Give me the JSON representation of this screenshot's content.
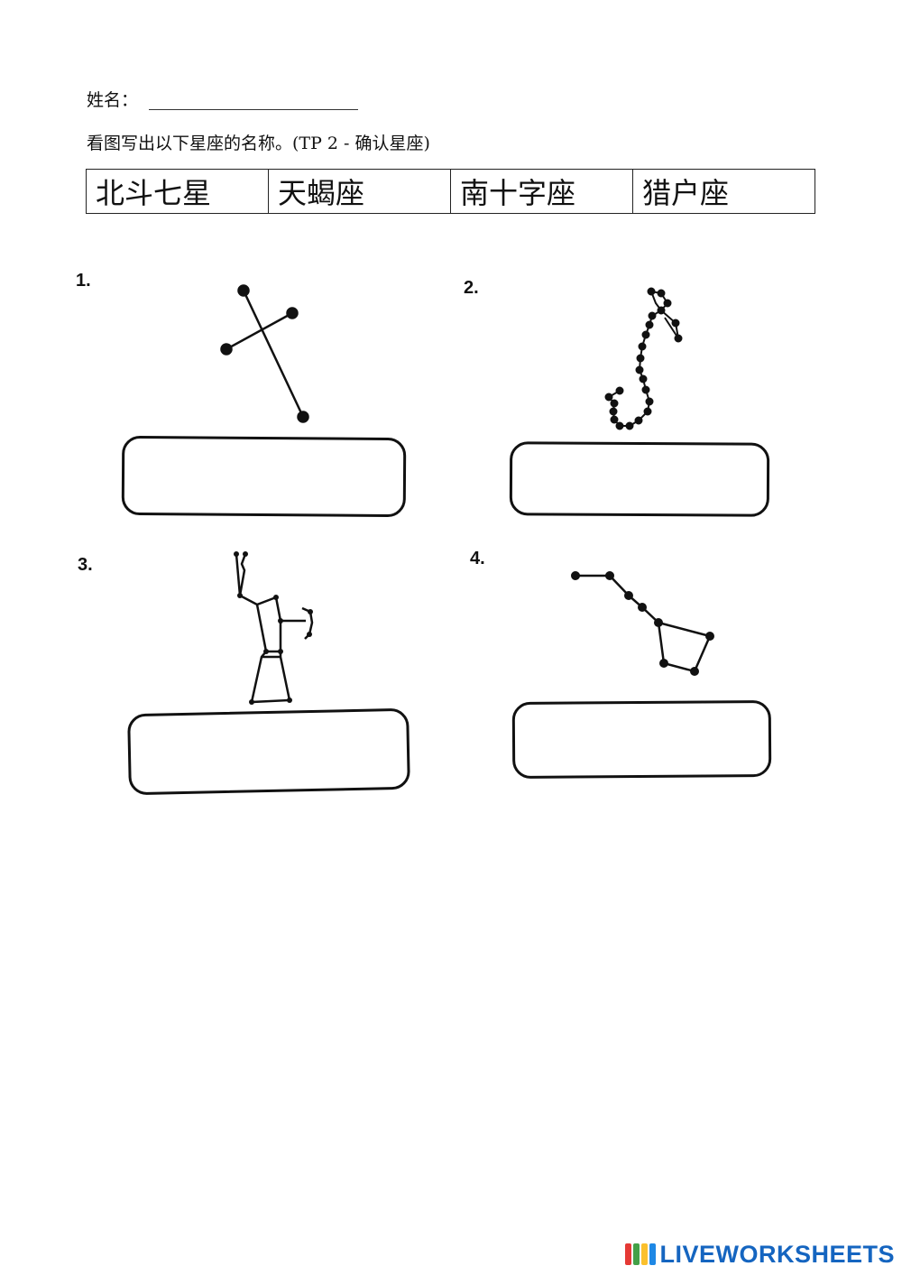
{
  "header": {
    "name_label": "姓名：",
    "instruction": "看图写出以下星座的名称。(TP 2  -  确认星座)"
  },
  "word_bank": [
    "北斗七星",
    "天蝎座",
    "南十字座",
    "猎户座"
  ],
  "questions": [
    {
      "number": "1.",
      "constellation_icon": "southern-cross-icon",
      "answer": ""
    },
    {
      "number": "2.",
      "constellation_icon": "scorpius-icon",
      "answer": ""
    },
    {
      "number": "3.",
      "constellation_icon": "orion-icon",
      "answer": ""
    },
    {
      "number": "4.",
      "constellation_icon": "big-dipper-icon",
      "answer": ""
    }
  ],
  "branding": {
    "text": "LIVEWORKSHEETS",
    "logo_colors": [
      "#e53935",
      "#43a047",
      "#fbc02d",
      "#1e88e5"
    ],
    "text_color": "#1565c0"
  }
}
